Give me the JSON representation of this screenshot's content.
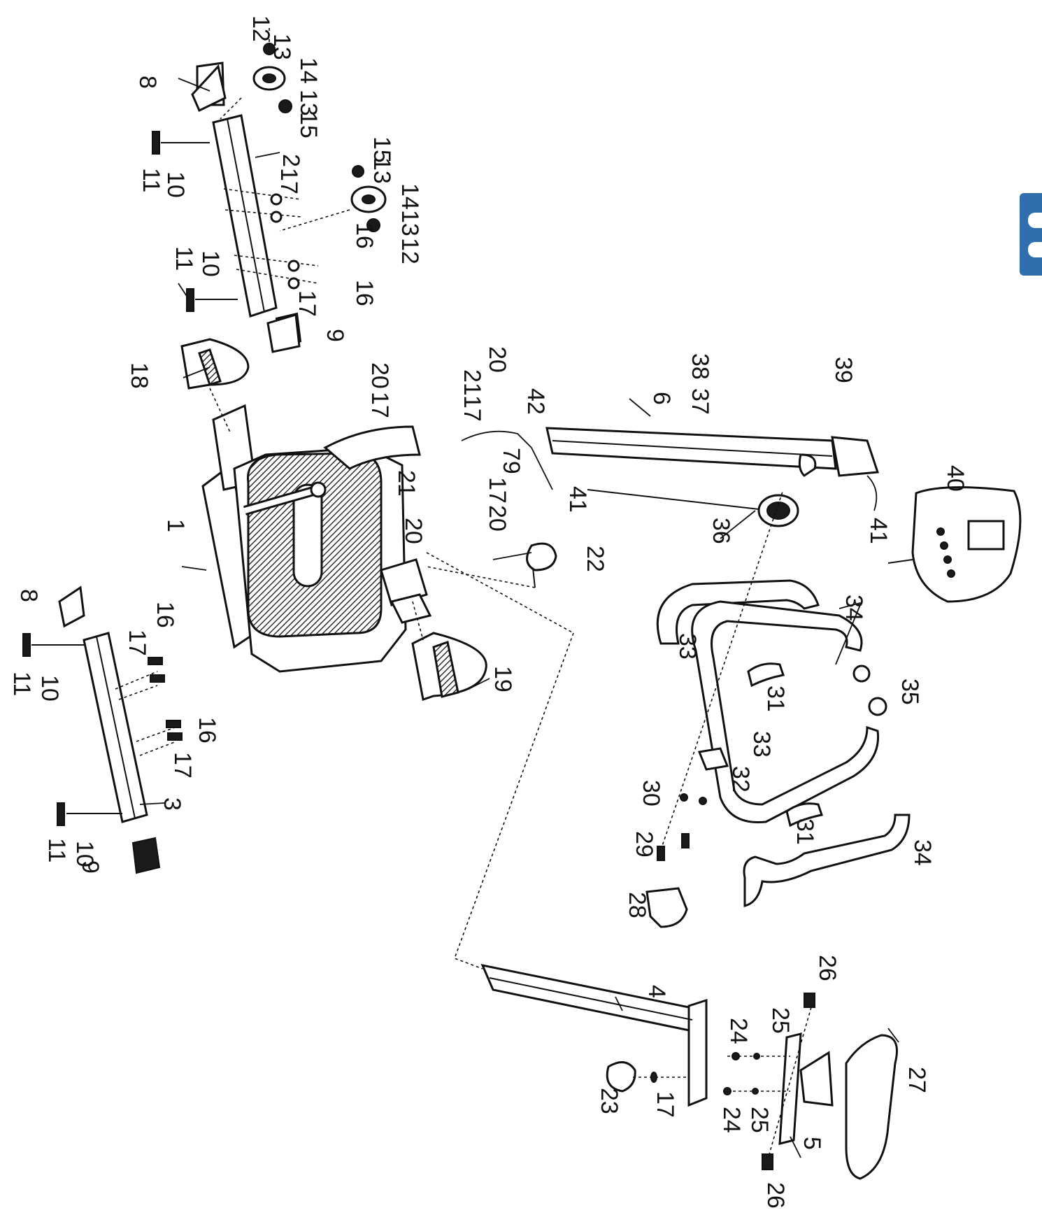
{
  "diagram": {
    "labels": [
      {
        "id": "l12a",
        "text": "12"
      },
      {
        "id": "l13a",
        "text": "13"
      },
      {
        "id": "l14a",
        "text": "14"
      },
      {
        "id": "l13b",
        "text": "13"
      },
      {
        "id": "l15a",
        "text": "15"
      },
      {
        "id": "l8a",
        "text": "8"
      },
      {
        "id": "l11a",
        "text": "11"
      },
      {
        "id": "l10a",
        "text": "10"
      },
      {
        "id": "l2",
        "text": "2"
      },
      {
        "id": "l17a",
        "text": "17"
      },
      {
        "id": "l15b",
        "text": "15"
      },
      {
        "id": "l13c",
        "text": "13"
      },
      {
        "id": "l14b",
        "text": "14"
      },
      {
        "id": "l13d",
        "text": "13"
      },
      {
        "id": "l12b",
        "text": "12"
      },
      {
        "id": "l16a",
        "text": "16"
      },
      {
        "id": "l16b",
        "text": "16"
      },
      {
        "id": "l11b",
        "text": "11"
      },
      {
        "id": "l10b",
        "text": "10"
      },
      {
        "id": "l17b",
        "text": "17"
      },
      {
        "id": "l9a",
        "text": "9"
      },
      {
        "id": "l18",
        "text": "18"
      },
      {
        "id": "l20a",
        "text": "20"
      },
      {
        "id": "l17c",
        "text": "17"
      },
      {
        "id": "l20b",
        "text": "20"
      },
      {
        "id": "l21a",
        "text": "21"
      },
      {
        "id": "l17d",
        "text": "17"
      },
      {
        "id": "l42",
        "text": "42"
      },
      {
        "id": "l79",
        "text": "79"
      },
      {
        "id": "l21b",
        "text": "21"
      },
      {
        "id": "l17e",
        "text": "17"
      },
      {
        "id": "l20c",
        "text": "20"
      },
      {
        "id": "l20d",
        "text": "20"
      },
      {
        "id": "l1",
        "text": "1"
      },
      {
        "id": "l22",
        "text": "22"
      },
      {
        "id": "l6",
        "text": "6"
      },
      {
        "id": "l38",
        "text": "38"
      },
      {
        "id": "l37",
        "text": "37"
      },
      {
        "id": "l39",
        "text": "39"
      },
      {
        "id": "l41a",
        "text": "41"
      },
      {
        "id": "l36",
        "text": "36"
      },
      {
        "id": "l41b",
        "text": "41"
      },
      {
        "id": "l40",
        "text": "40"
      },
      {
        "id": "l8b",
        "text": "8"
      },
      {
        "id": "l16c",
        "text": "16"
      },
      {
        "id": "l17f",
        "text": "17"
      },
      {
        "id": "l11c",
        "text": "11"
      },
      {
        "id": "l10c",
        "text": "10"
      },
      {
        "id": "l19",
        "text": "19"
      },
      {
        "id": "l16d",
        "text": "16"
      },
      {
        "id": "l17g",
        "text": "17"
      },
      {
        "id": "l34a",
        "text": "34"
      },
      {
        "id": "l33a",
        "text": "33"
      },
      {
        "id": "l31a",
        "text": "31"
      },
      {
        "id": "l35",
        "text": "35"
      },
      {
        "id": "l33b",
        "text": "33"
      },
      {
        "id": "l11d",
        "text": "11"
      },
      {
        "id": "l10d",
        "text": "10"
      },
      {
        "id": "l3",
        "text": "3"
      },
      {
        "id": "l32",
        "text": "32"
      },
      {
        "id": "l30",
        "text": "30"
      },
      {
        "id": "l9b",
        "text": "9"
      },
      {
        "id": "l29",
        "text": "29"
      },
      {
        "id": "l31b",
        "text": "31"
      },
      {
        "id": "l34b",
        "text": "34"
      },
      {
        "id": "l28",
        "text": "28"
      },
      {
        "id": "l4",
        "text": "4"
      },
      {
        "id": "l26a",
        "text": "26"
      },
      {
        "id": "l25a",
        "text": "25"
      },
      {
        "id": "l24a",
        "text": "24"
      },
      {
        "id": "l23",
        "text": "23"
      },
      {
        "id": "l17h",
        "text": "17"
      },
      {
        "id": "l24b",
        "text": "24"
      },
      {
        "id": "l25b",
        "text": "25"
      },
      {
        "id": "l5",
        "text": "5"
      },
      {
        "id": "l27",
        "text": "27"
      },
      {
        "id": "l26b",
        "text": "26"
      }
    ]
  },
  "colors": {
    "line": "#111111",
    "tab": "#2f6fae",
    "background": "#ffffff"
  }
}
